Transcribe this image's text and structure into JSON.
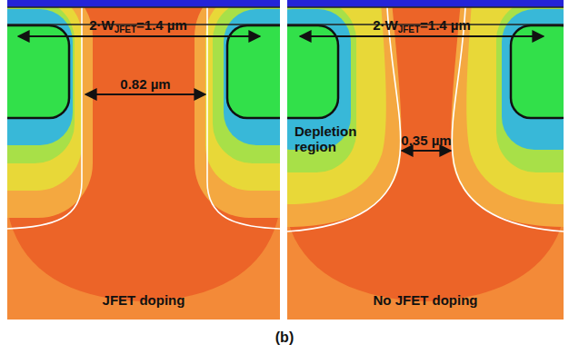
{
  "diagram": {
    "caption": "(b)",
    "labels": [
      "2·W",
      "JFET",
      "=1.4 µm",
      "0.82 µm",
      "2·W",
      "JFET",
      "=1.4 µm",
      "0.35 µm",
      "Depletion region",
      "JFET doping",
      "No JFET doping"
    ]
  }
}
